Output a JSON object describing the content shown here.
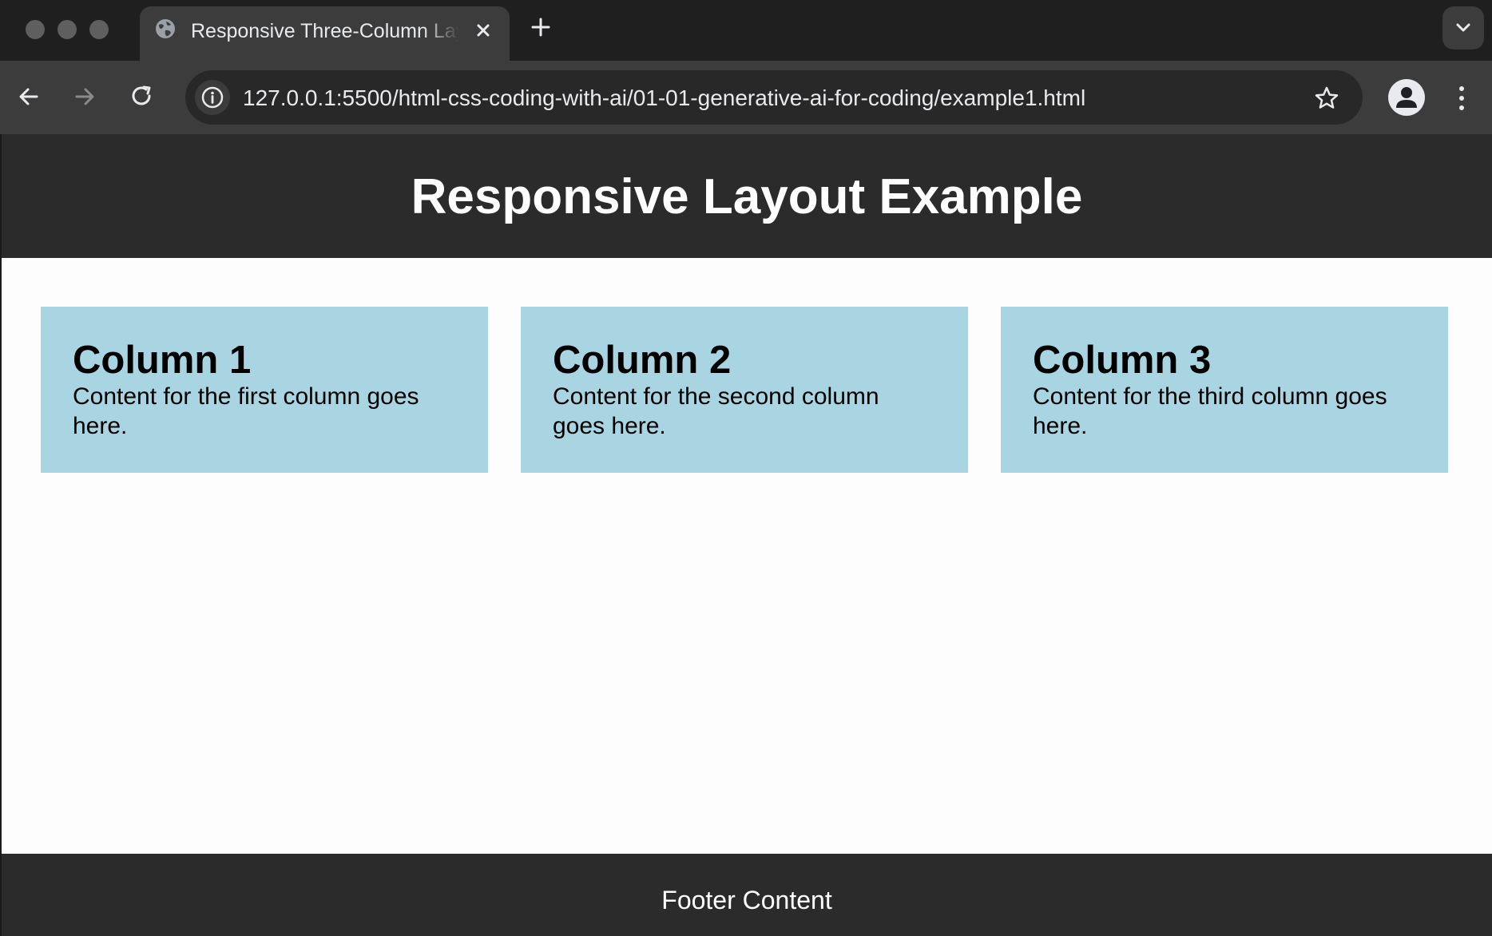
{
  "browser": {
    "tab": {
      "title": "Responsive Three-Column Layout Example",
      "close_label": "✕"
    },
    "new_tab_label": "+",
    "omnibox": {
      "url": "127.0.0.1:5500/html-css-coding-with-ai/01-01-generative-ai-for-coding/example1.html"
    }
  },
  "page": {
    "header": {
      "title": "Responsive Layout Example"
    },
    "columns": [
      {
        "heading": "Column 1",
        "text": "Content for the first column goes here."
      },
      {
        "heading": "Column 2",
        "text": "Content for the second column goes here."
      },
      {
        "heading": "Column 3",
        "text": "Content for the third column goes here."
      }
    ],
    "footer": {
      "text": "Footer Content"
    }
  },
  "colors": {
    "chrome_dark": "#1f1f1f",
    "chrome_toolbar": "#3c3c3c",
    "page_header_bg": "#2b2b2b",
    "column_bg": "#a8d5e1",
    "page_bg": "#fdfdfd"
  },
  "icons": [
    "globe-icon",
    "close-icon",
    "plus-icon",
    "chevron-down-icon",
    "back-arrow-icon",
    "forward-arrow-icon",
    "reload-icon",
    "info-icon",
    "star-icon",
    "profile-icon",
    "kebab-menu-icon"
  ]
}
